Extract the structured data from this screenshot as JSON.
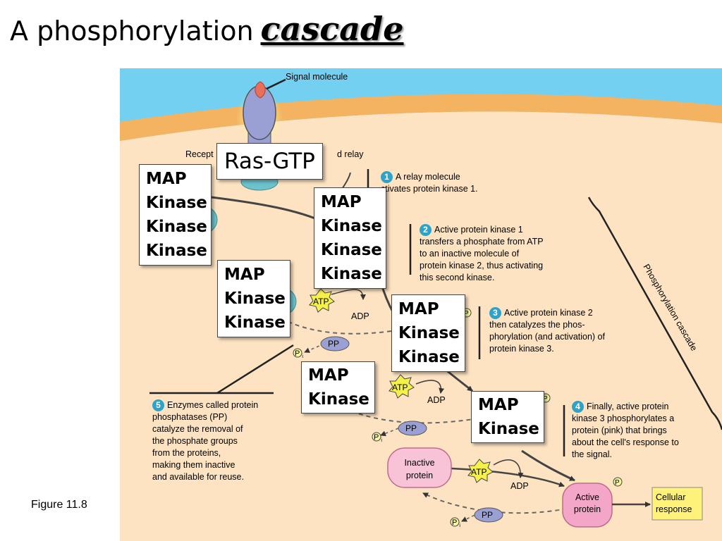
{
  "title": {
    "main": "A phosphorylation",
    "emphasis": "cascade"
  },
  "figure_label": "Figure 11.8",
  "diagram": {
    "signal_molecule": "Signal molecule",
    "receptor_label_left": "Recept",
    "receptor_label_right": "d relay",
    "phosphorylation_cascade": "Phosphorylation cascade",
    "atp": "ATP",
    "adp": "ADP",
    "pp": "PP",
    "pi_main": "P",
    "pi_sub": "i",
    "p": "P",
    "inactive_protein": [
      "Inactive",
      "protein"
    ],
    "active_protein": [
      "Active",
      "protein"
    ],
    "cellular_response": [
      "Cellular",
      "response"
    ],
    "steps": [
      {
        "number": "1",
        "lines": [
          "A relay molecule",
          "ctivates protein kinase 1."
        ]
      },
      {
        "number": "2",
        "lines": [
          "Active protein kinase 1",
          "transfers a phosphate from ATP",
          "to an inactive molecule of",
          "protein kinase 2, thus activating",
          "this second kinase."
        ]
      },
      {
        "number": "3",
        "lines": [
          "Active protein kinase 2",
          "then catalyzes the phos-",
          "phorylation (and activation) of",
          "protein kinase 3."
        ]
      },
      {
        "number": "4",
        "lines": [
          "Finally, active protein",
          "kinase 3 phosphorylates a",
          "protein (pink) that brings",
          "about the cell's response to",
          "the signal."
        ]
      },
      {
        "number": "5",
        "lines": [
          "Enzymes called protein",
          "phosphatases (PP)",
          "catalyze the removal of",
          "the phosphate groups",
          "from the proteins,",
          "making them inactive",
          "and available for reuse."
        ]
      }
    ]
  },
  "overlays": {
    "ras": "Ras-GTP",
    "mapkkk": [
      "MAP",
      "Kinase",
      "Kinase",
      "Kinase"
    ],
    "mapkkk2": [
      "MAP",
      "Kinase",
      "Kinase",
      "Kinase"
    ],
    "mapkk": [
      "MAP",
      "Kinase",
      "Kinase"
    ],
    "mapkk2": [
      "MAP",
      "Kinase",
      "Kinase"
    ],
    "mapk": [
      "MAP",
      "Kinase"
    ],
    "mapk2": [
      "MAP",
      "Kinase"
    ]
  },
  "colors": {
    "extracellular": "#74d0f1",
    "membrane": "#f3b360",
    "cytoplasm": "#fde3c2",
    "receptor": "#9a9fd4",
    "signal": "#e8705a",
    "kinase": "#6cc3cc",
    "pp": "#9a9fd4",
    "inactive_protein": "#f8c3d6",
    "active_protein": "#f4a6c8",
    "atp_star": "#f6f14a",
    "response_box": "#fff27a",
    "step_number": "#2ea3c9"
  }
}
